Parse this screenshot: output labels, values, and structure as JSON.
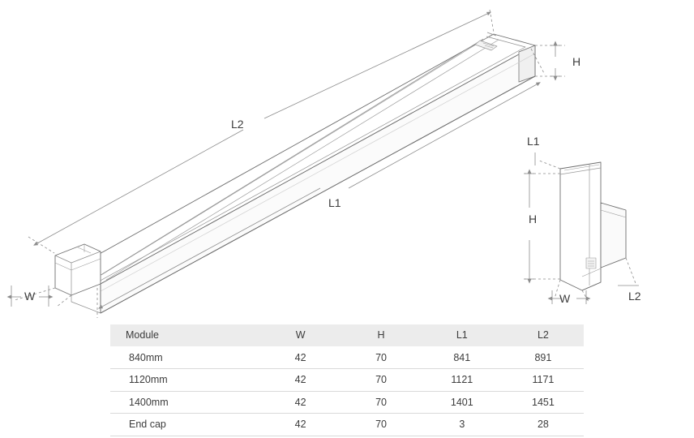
{
  "diagram": {
    "title": "Linear luminaire module dimensional drawing",
    "labels": {
      "perspective_l2": "L2",
      "perspective_l1": "L1",
      "perspective_h": "H",
      "perspective_w": "W",
      "section_l1": "L1",
      "section_h": "H",
      "section_w": "W",
      "section_l2": "L2"
    },
    "colors": {
      "line": "#6f6f6f",
      "dimension_line": "#8c8c8c",
      "fill_light": "#ffffff",
      "fill_shade": "#f2f2f2",
      "text": "#3c3c3c",
      "table_header_bg": "#ececec",
      "table_border": "#d9d9d9"
    }
  },
  "table": {
    "name": "module-dimensions-table",
    "columns": [
      "Module",
      "W",
      "H",
      "L1",
      "L2"
    ],
    "rows": [
      {
        "module": "840mm",
        "w": "42",
        "h": "70",
        "l1": "841",
        "l2": "891"
      },
      {
        "module": "1120mm",
        "w": "42",
        "h": "70",
        "l1": "1121",
        "l2": "1171"
      },
      {
        "module": "1400mm",
        "w": "42",
        "h": "70",
        "l1": "1401",
        "l2": "1451"
      },
      {
        "module": "End cap",
        "w": "42",
        "h": "70",
        "l1": "3",
        "l2": "28"
      }
    ]
  }
}
